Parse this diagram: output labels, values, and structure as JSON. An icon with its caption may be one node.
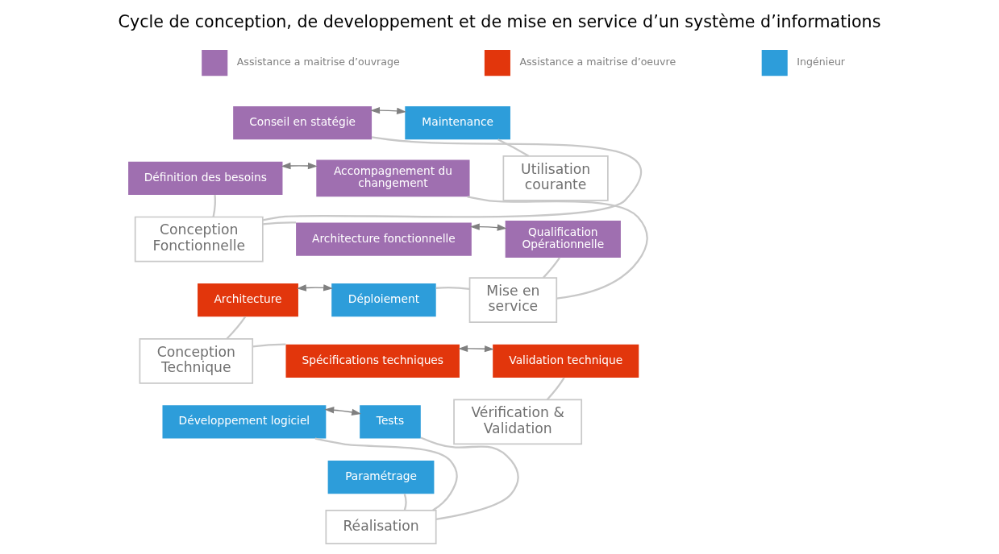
{
  "diagram": {
    "title": "Cycle de conception, de developpement et de mise en service d’un système d’informations",
    "nodes": [
      {
        "text": [
          "Conseil en statégie"
        ]
      },
      {
        "text": [
          "Définition des besoins"
        ]
      },
      {
        "text": [
          "Architecture fonctionnelle"
        ]
      },
      {
        "text": [
          "Architecture"
        ]
      },
      {
        "text": [
          "Spécifications techniques"
        ]
      },
      {
        "text": [
          "Développement logiciel"
        ]
      },
      {
        "text": [
          "Paramétrage"
        ]
      },
      {
        "text": [
          "Tests"
        ]
      },
      {
        "text": [
          "Validation technique"
        ]
      },
      {
        "text": [
          "Déploiement"
        ]
      },
      {
        "text": [
          "Qualification Opérationnelle"
        ]
      },
      {
        "text": [
          "Accompagnement du changement"
        ]
      },
      {
        "text": [
          "Maintenance"
        ]
      },
      {
        "text": [
          "Conception Fonctionnelle"
        ]
      },
      {
        "text": [
          "Conception Technique"
        ]
      },
      {
        "text": [
          "Réalisation"
        ]
      },
      {
        "text": [
          "Vérification & Validation"
        ]
      },
      {
        "text": [
          "Mise en service"
        ]
      },
      {
        "text": [
          "Utilisation courante"
        ]
      }
    ],
    "edges": [
      {
        "from": 0,
        "to": 12,
        "arrow": "both",
        "color": "#808080"
      },
      {
        "from": 1,
        "to": 11,
        "arrow": "both",
        "color": "#808080"
      },
      {
        "from": 2,
        "to": 10,
        "arrow": "both",
        "color": "#808080"
      },
      {
        "from": 3,
        "to": 9,
        "arrow": "both",
        "color": "#808080"
      },
      {
        "from": 4,
        "to": 8,
        "arrow": "both",
        "color": "#808080"
      },
      {
        "from": 5,
        "to": 7,
        "arrow": "both",
        "color": "#808080"
      },
      {
        "from": 13,
        "to": 0,
        "arrow": "none"
      },
      {
        "from": 13,
        "to": 1,
        "arrow": "none"
      },
      {
        "from": 13,
        "to": 2,
        "arrow": "none"
      },
      {
        "from": 14,
        "to": 3,
        "arrow": "none"
      },
      {
        "from": 14,
        "to": 4,
        "arrow": "none"
      },
      {
        "from": 15,
        "to": 5,
        "arrow": "none"
      },
      {
        "from": 15,
        "to": 6,
        "arrow": "none"
      },
      {
        "from": 15,
        "to": 7,
        "arrow": "none"
      },
      {
        "from": 16,
        "to": 8,
        "arrow": "none"
      },
      {
        "from": 17,
        "to": 9,
        "arrow": "none"
      },
      {
        "from": 17,
        "to": 10,
        "arrow": "none"
      },
      {
        "from": 17,
        "to": 11,
        "arrow": "none"
      },
      {
        "from": 18,
        "to": 12,
        "arrow": "none"
      }
    ],
    "legend": [
      {
        "text": "Assistance a maitrise d’ouvrage",
        "color": "#9f6fb0"
      },
      {
        "text": "Assistance a maitrise d’oeuvre",
        "color": "#e2360c"
      },
      {
        "text": "Ingénieur",
        "color": "#2d9dda"
      }
    ]
  }
}
